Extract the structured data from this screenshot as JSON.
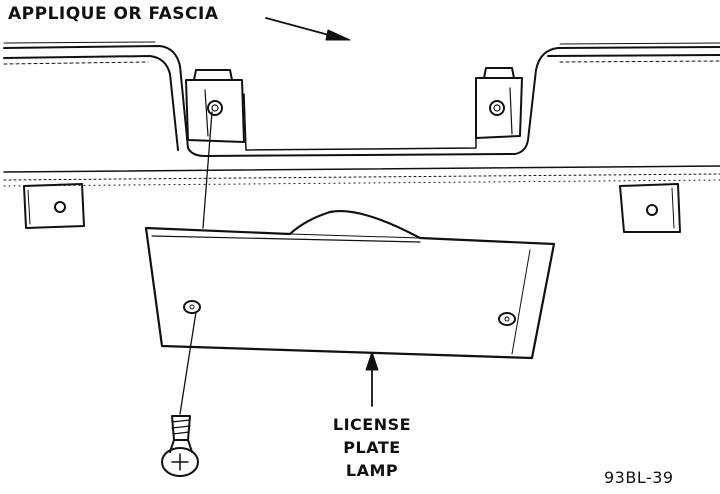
{
  "labels": {
    "applique": "APPLIQUE OR FASCIA",
    "lamp_line1": "LICENSE",
    "lamp_line2": "PLATE",
    "lamp_line3": "LAMP",
    "figure_id": "93BL-39"
  },
  "colors": {
    "line": "#111111",
    "background": "#ffffff"
  }
}
